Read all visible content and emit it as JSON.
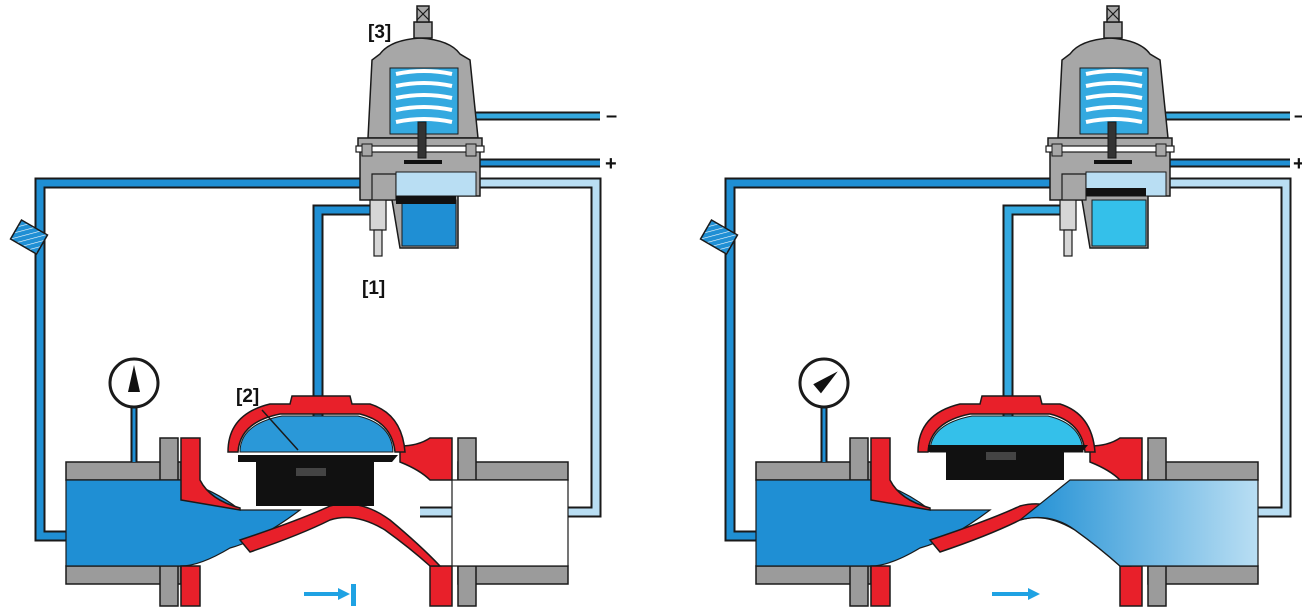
{
  "colors": {
    "inlet_water": "#1f8fd4",
    "control_water": "#2a98d8",
    "downstream_water": "#b9def3",
    "valve_body": "#e8202a",
    "flange": "#9b9b9b",
    "pilot_body": "#a7a7a7",
    "diaphragm": "#111111",
    "arrow": "#1fa2e3",
    "outline": "#1a1a1a"
  },
  "icons": [
    "pressure-gauge-icon",
    "strainer-icon",
    "adjusting-screw-icon",
    "flow-arrow-icon",
    "stop-bar-icon"
  ],
  "left_panel": {
    "labels": {
      "pilot_valve": "[1]",
      "main_valve_chamber": "[2]",
      "adjusting_screw": "[3]"
    },
    "signs": {
      "minus": "–",
      "plus": "+"
    },
    "gauge_needle_deg": 0
  },
  "right_panel": {
    "signs": {
      "minus": "–",
      "plus": "+"
    },
    "gauge_needle_deg": 50
  }
}
